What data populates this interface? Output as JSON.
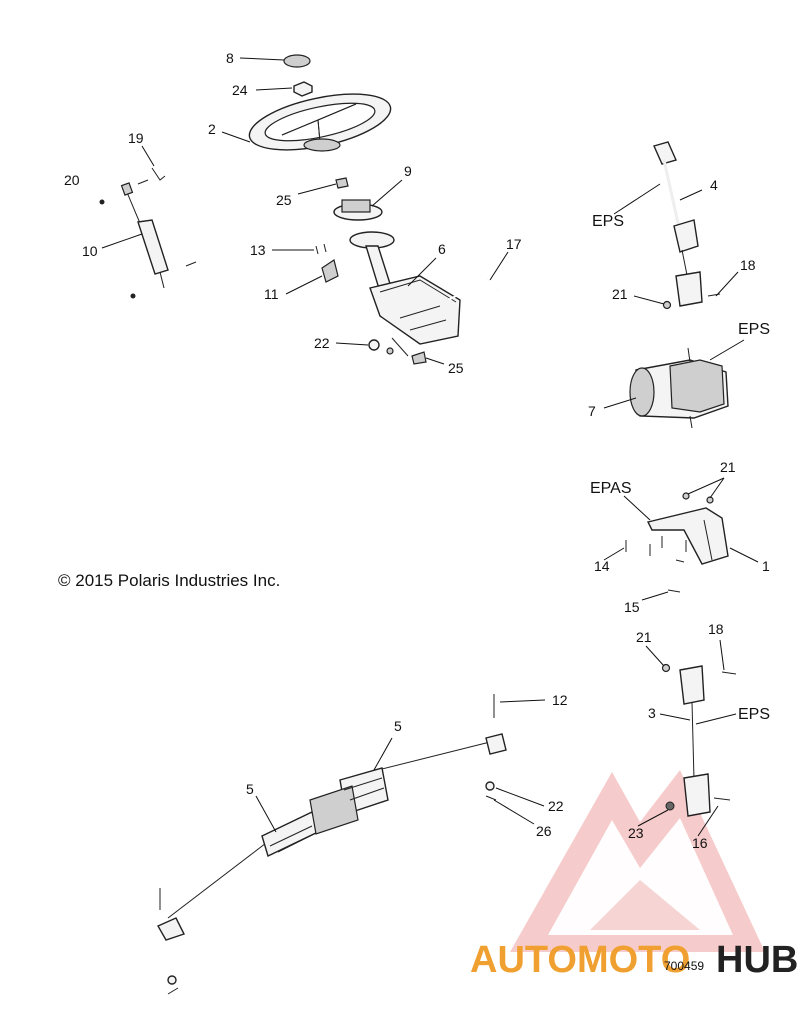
{
  "copyright": "© 2015 Polaris Industries Inc.",
  "figure_number": "700459",
  "watermark": {
    "part1": "AUTOMOTO",
    "part2": "HUB",
    "colors": {
      "accent": "#f0a030",
      "dark": "#222222",
      "triangle": "#e0202a"
    }
  },
  "callouts": {
    "c8": "8",
    "c24": "24",
    "c2": "2",
    "c19": "19",
    "c20": "20",
    "c25a": "25",
    "c9": "9",
    "c10": "10",
    "c13": "13",
    "c6": "6",
    "c17": "17",
    "c11": "11",
    "c22a": "22",
    "c25b": "25",
    "c4": "4",
    "c18a": "18",
    "c21a": "21",
    "c7": "7",
    "c21b": "21",
    "c14": "14",
    "c1": "1",
    "c15": "15",
    "c21c": "21",
    "c18b": "18",
    "c12": "12",
    "c3": "3",
    "c5a": "5",
    "c5b": "5",
    "c22b": "22",
    "c26": "26",
    "c23": "23",
    "c16": "16"
  },
  "tags": {
    "eps_column": "EPS",
    "eps_motor": "EPS",
    "epas_bracket": "EPAS",
    "eps_shaft": "EPS"
  }
}
